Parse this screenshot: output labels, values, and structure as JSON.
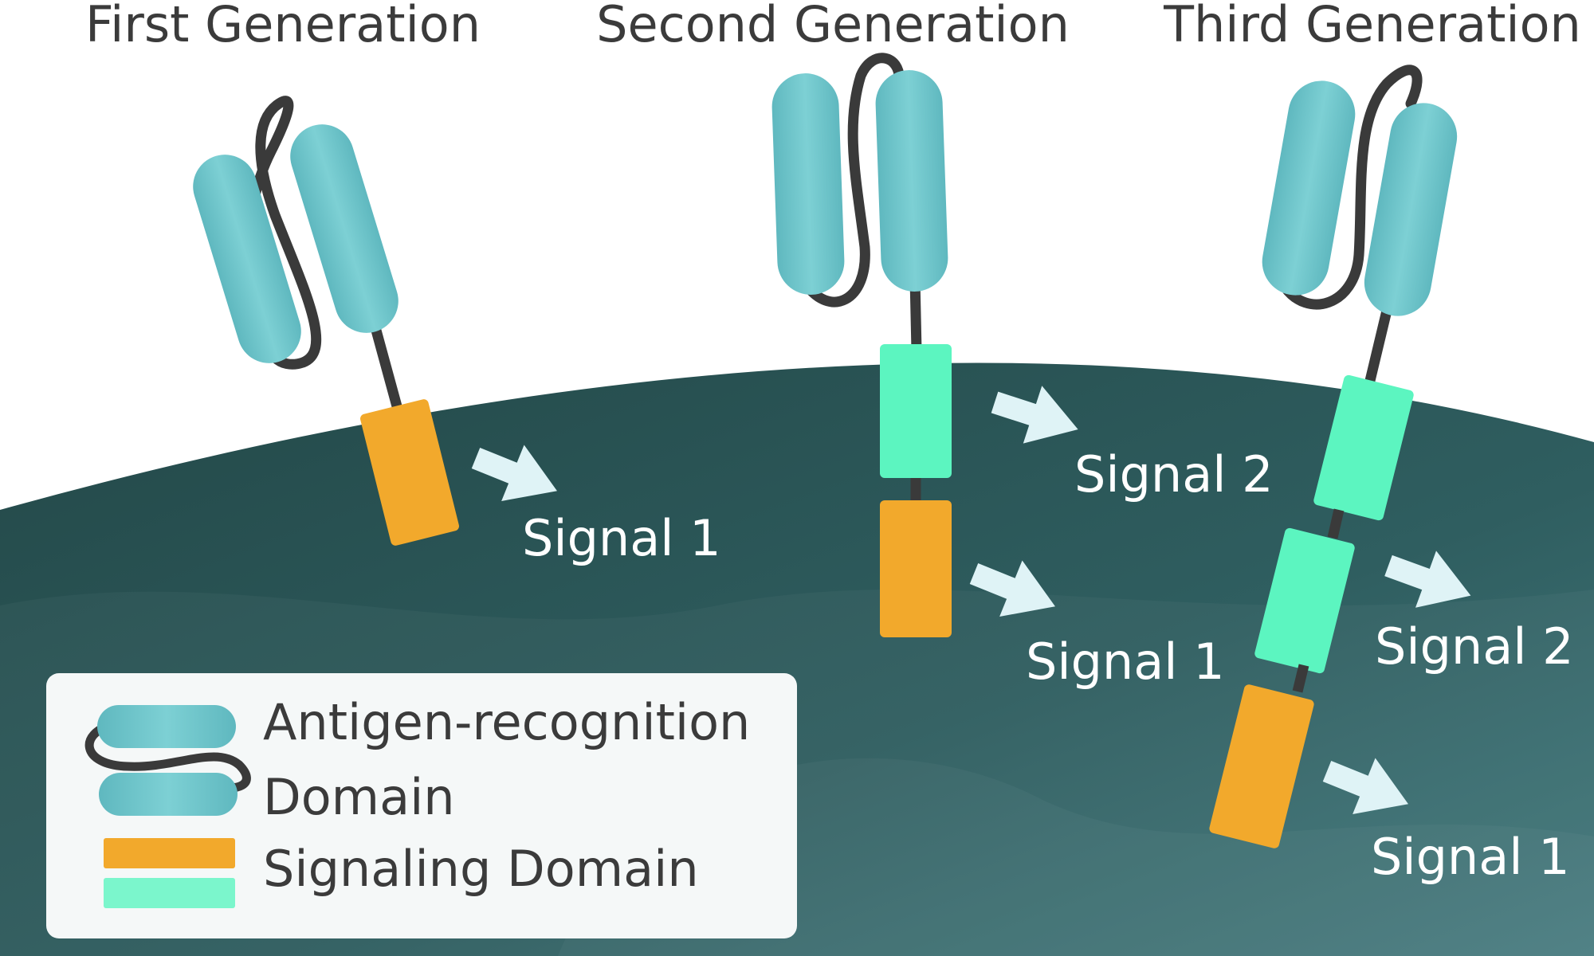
{
  "headers": {
    "first": "First Generation",
    "second": "Second Generation",
    "third": "Third Generation"
  },
  "signals": {
    "gen1_signal1": "Signal 1",
    "gen2_signal2": "Signal 2",
    "gen2_signal1": "Signal 1",
    "gen3_signal2": "Signal 2",
    "gen3_signal1": "Signal 1"
  },
  "legend": {
    "antigen_line1": "Antigen-recognition",
    "antigen_line2": "Domain",
    "signaling": "Signaling Domain"
  },
  "colors": {
    "antigen_domain": "#6cc3c9",
    "signaling_orange": "#f2a92c",
    "signaling_green": "#5cf5c0",
    "membrane": "#2b5555",
    "linker": "#3a3a3a",
    "arrow": "#dff3f6"
  }
}
